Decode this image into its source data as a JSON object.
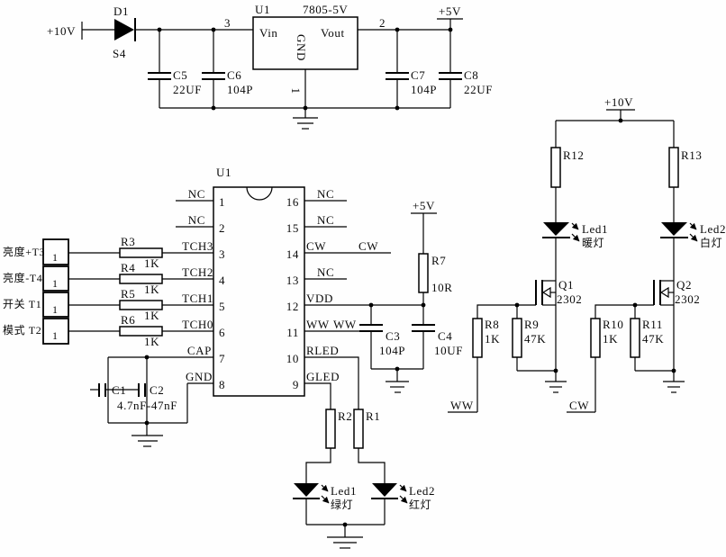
{
  "power": {
    "vin": "+10V",
    "d1": "D1",
    "d1_sub": "S4",
    "node_in": "3",
    "node_out": "2",
    "reg_ref": "U1",
    "reg_part": "7805-5V",
    "reg_vin": "Vin",
    "reg_vout": "Vout",
    "reg_gnd": "GND",
    "reg_gnd_pin": "1",
    "c5_ref": "C5",
    "c5_val": "22UF",
    "c6_ref": "C6",
    "c6_val": "104P",
    "c7_ref": "C7",
    "c7_val": "104P",
    "c8_ref": "C8",
    "c8_val": "22UF",
    "vout": "+5V"
  },
  "ic": {
    "ref": "U1",
    "left_pins": [
      {
        "num": "1",
        "name": "NC"
      },
      {
        "num": "2",
        "name": "NC"
      },
      {
        "num": "3",
        "name": "TCH3"
      },
      {
        "num": "4",
        "name": "TCH2"
      },
      {
        "num": "5",
        "name": "TCH1"
      },
      {
        "num": "6",
        "name": "TCH0"
      },
      {
        "num": "7",
        "name": "CAP"
      },
      {
        "num": "8",
        "name": "GND"
      }
    ],
    "right_pins": [
      {
        "num": "16",
        "name": "NC",
        "net": ""
      },
      {
        "num": "15",
        "name": "NC",
        "net": ""
      },
      {
        "num": "14",
        "name": "CW",
        "net": "CW"
      },
      {
        "num": "13",
        "name": "NC",
        "net": ""
      },
      {
        "num": "12",
        "name": "VDD",
        "net": ""
      },
      {
        "num": "11",
        "name": "WW",
        "net": "WW"
      },
      {
        "num": "10",
        "name": "RLED",
        "net": ""
      },
      {
        "num": "9",
        "name": "GLED",
        "net": ""
      }
    ]
  },
  "touch_inputs": [
    {
      "label": "亮度+T3",
      "pin": "1",
      "res": "R3",
      "val": "1K"
    },
    {
      "label": "亮度-T4",
      "pin": "1",
      "res": "R4",
      "val": "1K"
    },
    {
      "label": "开关 T1",
      "pin": "1",
      "res": "R5",
      "val": "1K"
    },
    {
      "label": "模式 T2",
      "pin": "1",
      "res": "R6",
      "val": "1K"
    }
  ],
  "cap_net": {
    "c1": "C1",
    "c2": "C2",
    "val": "4.7nF-47nF"
  },
  "vdd": {
    "rail": "+5V",
    "r7": "R7",
    "r7_val": "10R",
    "c3": "C3",
    "c3_val": "104P",
    "c4": "C4",
    "c4_val": "10UF"
  },
  "status": {
    "r2": "R2",
    "r1": "R1",
    "led1": "Led1",
    "led1_desc": "绿灯",
    "led2": "Led2",
    "led2_desc": "红灯"
  },
  "driver": {
    "rail": "+10V",
    "r12": "R12",
    "r13": "R13",
    "led1": "Led1",
    "led1_desc": "暖灯",
    "led2": "Led2",
    "led2_desc": "白灯",
    "q1": "Q1",
    "q1_part": "2302",
    "q2": "Q2",
    "q2_part": "2302",
    "r8": "R8",
    "r8_val": "1K",
    "r9": "R9",
    "r9_val": "47K",
    "r10": "R10",
    "r10_val": "1K",
    "r11": "R11",
    "r11_val": "47K",
    "ww": "WW",
    "cw": "CW"
  }
}
